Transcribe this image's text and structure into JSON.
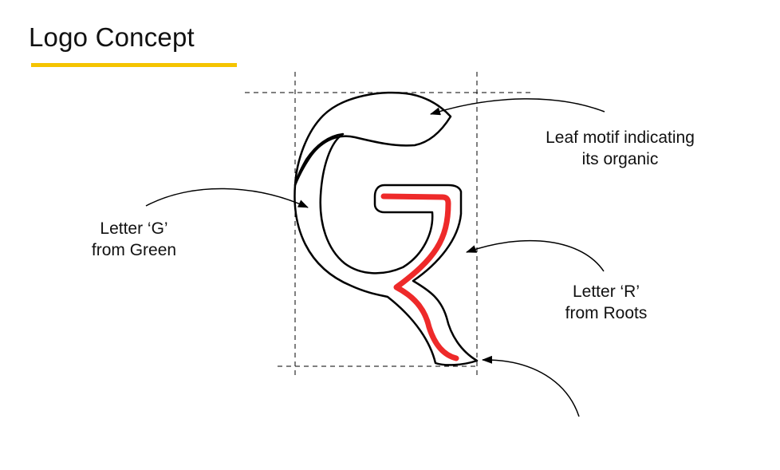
{
  "title": "Logo Concept",
  "colors": {
    "accent_underline": "#F5C400",
    "r_stroke": "#EE2A2A",
    "outline": "#000000"
  },
  "annotations": {
    "leaf": {
      "line1": "Leaf motif indicating",
      "line2": "its organic"
    },
    "letter_g": {
      "line1": "Letter ‘G’",
      "line2": "from Green"
    },
    "letter_r": {
      "line1": "Letter ‘R’",
      "line2": "from Roots"
    }
  }
}
